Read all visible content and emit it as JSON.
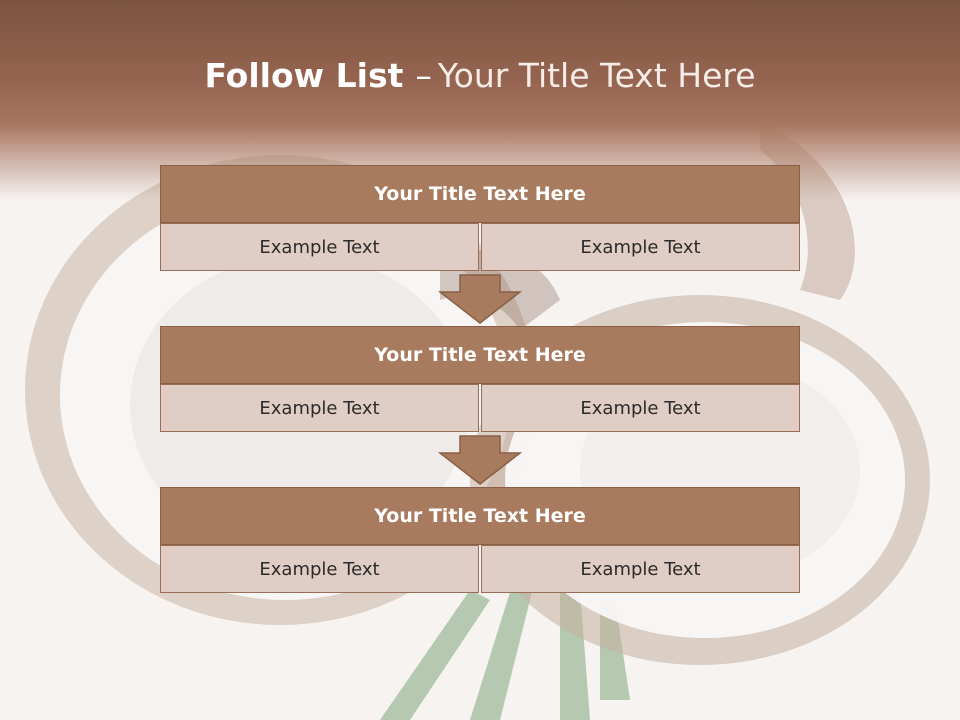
{
  "slide": {
    "title_bold": "Follow List",
    "title_dash": "–",
    "title_rest": "Your Title Text Here"
  },
  "steps": [
    {
      "title": "Your Title Text Here",
      "left": "Example Text",
      "right": "Example Text"
    },
    {
      "title": "Your Title Text Here",
      "left": "Example Text",
      "right": "Example Text"
    },
    {
      "title": "Your Title Text Here",
      "left": "Example Text",
      "right": "Example Text"
    }
  ],
  "colors": {
    "header": "#956450",
    "block_title": "#a87a5e",
    "cell": "#e0cdc5",
    "arrow": "#a87a5e"
  }
}
